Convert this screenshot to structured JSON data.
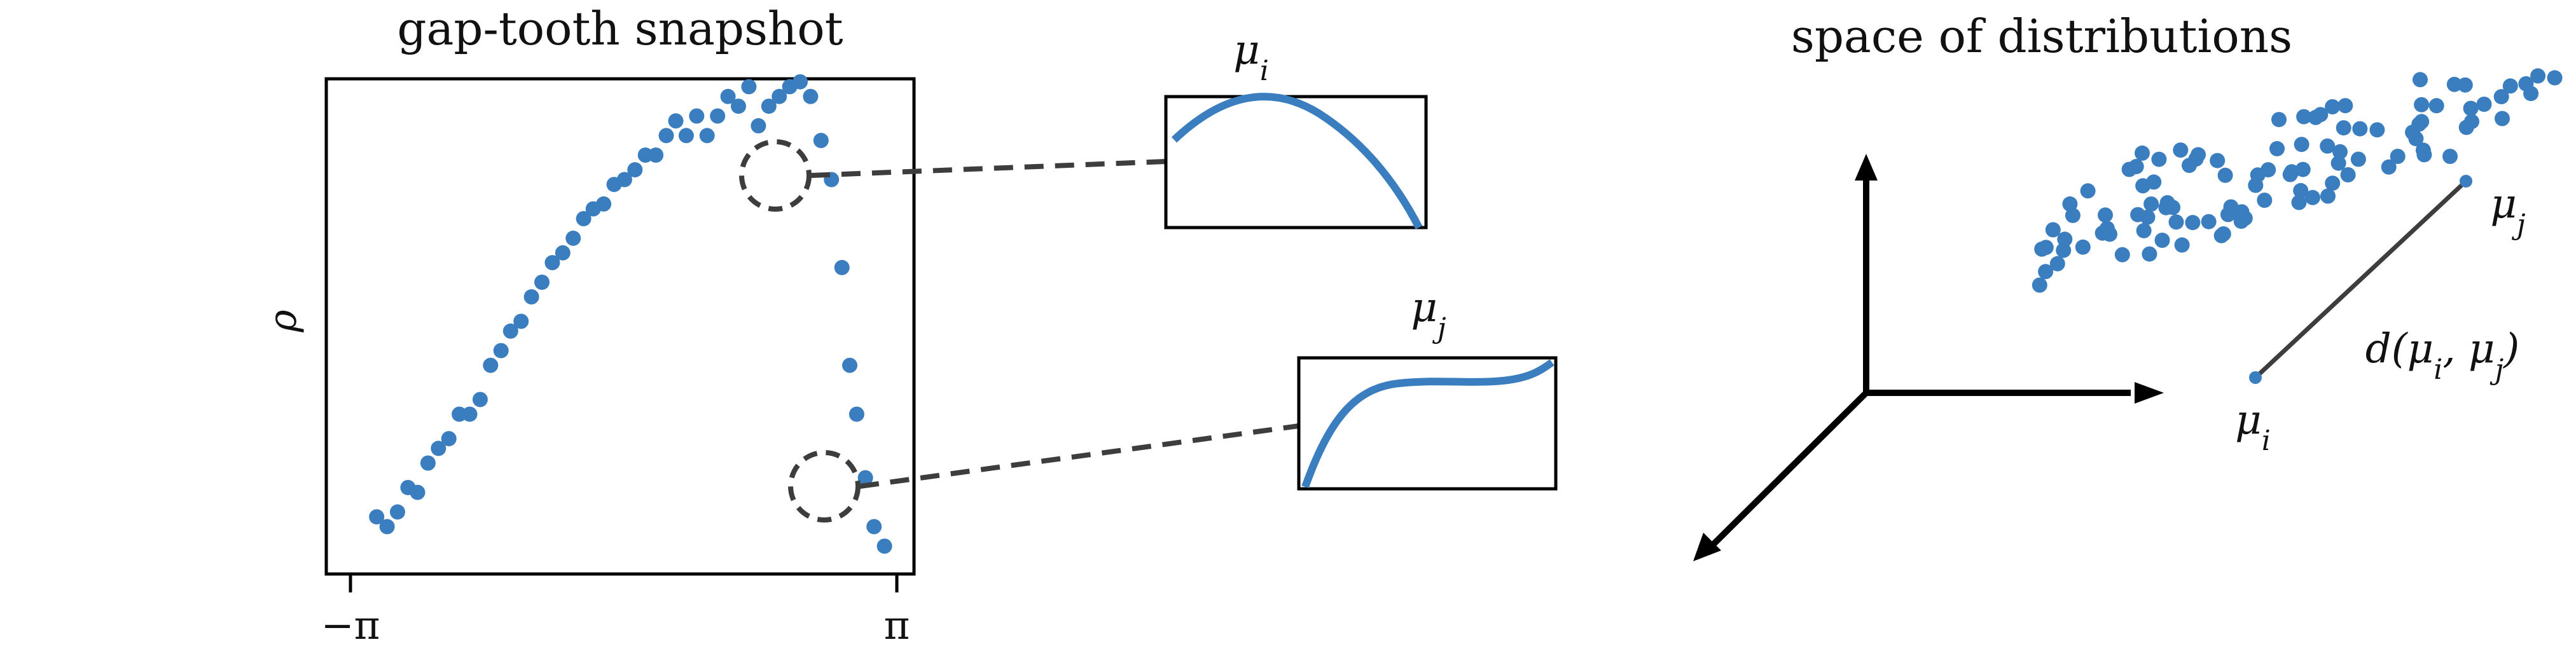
{
  "colors": {
    "marker": "#3a7ebf",
    "frame": "#000000",
    "connector": "#3d3d3d",
    "axis": "#000000"
  },
  "left_panel": {
    "title": "gap-tooth snapshot",
    "ylabel": "ρ",
    "xticks": [
      "−π",
      "π"
    ]
  },
  "insets": {
    "mu_i": {
      "title": "μ_i"
    },
    "mu_j": {
      "title": "μ_j"
    }
  },
  "right_panel": {
    "title": "space of distributions",
    "point_i_label": "μ_i",
    "point_j_label": "μ_j",
    "distance_label": "d(μ_i, μ_j)"
  },
  "chart_data": {
    "type": "scatter",
    "title": "gap-tooth snapshot",
    "xlabel": "",
    "ylabel": "ρ",
    "xlim": [
      -3.1416,
      3.1416
    ],
    "ylim": [
      0,
      1
    ],
    "xtick_labels": [
      "−π",
      "π"
    ],
    "grid": false,
    "highlighted_indices": [
      42,
      49
    ],
    "x": [
      -2.84,
      -2.72,
      -2.6,
      -2.48,
      -2.37,
      -2.25,
      -2.13,
      -2.01,
      -1.89,
      -1.77,
      -1.65,
      -1.53,
      -1.41,
      -1.3,
      -1.18,
      -1.06,
      -0.94,
      -0.82,
      -0.7,
      -0.58,
      -0.46,
      -0.35,
      -0.23,
      -0.11,
      0.01,
      0.13,
      0.25,
      0.37,
      0.49,
      0.6,
      0.72,
      0.84,
      0.96,
      1.08,
      1.2,
      1.32,
      1.44,
      1.55,
      1.67,
      1.79,
      1.91,
      2.03,
      2.15,
      2.27,
      2.39,
      2.51,
      2.6,
      2.68,
      2.78,
      2.88,
      3.0
    ],
    "y": [
      0.1,
      0.08,
      0.11,
      0.16,
      0.15,
      0.21,
      0.24,
      0.26,
      0.31,
      0.31,
      0.34,
      0.41,
      0.44,
      0.48,
      0.5,
      0.55,
      0.58,
      0.62,
      0.64,
      0.67,
      0.71,
      0.73,
      0.74,
      0.78,
      0.79,
      0.81,
      0.84,
      0.84,
      0.88,
      0.91,
      0.88,
      0.92,
      0.88,
      0.92,
      0.96,
      0.94,
      0.98,
      0.9,
      0.94,
      0.96,
      0.98,
      0.99,
      0.96,
      0.87,
      0.79,
      0.61,
      0.41,
      0.31,
      0.18,
      0.08,
      0.04
    ]
  }
}
